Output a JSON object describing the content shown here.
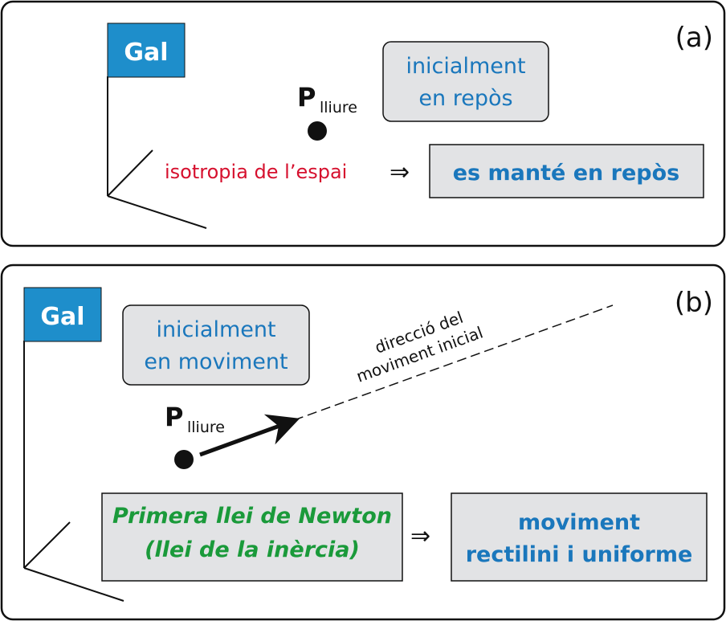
{
  "colors": {
    "gal_flag": "#1e8ecb",
    "box_fill": "#e2e3e5",
    "blue_text": "#1a77bc",
    "red_text": "#d6102e",
    "green_text": "#1a9a3a"
  },
  "panel_a": {
    "tag": "(a)",
    "frame_label": "Gal",
    "particle_main": "P",
    "particle_sub": "lliure",
    "initial_box": [
      "inicialment",
      "en repòs"
    ],
    "reason": "isotropia de l’espai",
    "implies": "⇒",
    "result_box": "es manté en repòs"
  },
  "panel_b": {
    "tag": "(b)",
    "frame_label": "Gal",
    "particle_main": "P",
    "particle_sub": "lliure",
    "initial_box": [
      "inicialment",
      "en moviment"
    ],
    "direction_label": [
      "direcció del",
      "moviment inicial"
    ],
    "law_box": [
      "Primera llei de Newton",
      "(llei de la inèrcia)"
    ],
    "implies": "⇒",
    "result_box": [
      "moviment",
      "rectilini i uniforme"
    ]
  }
}
